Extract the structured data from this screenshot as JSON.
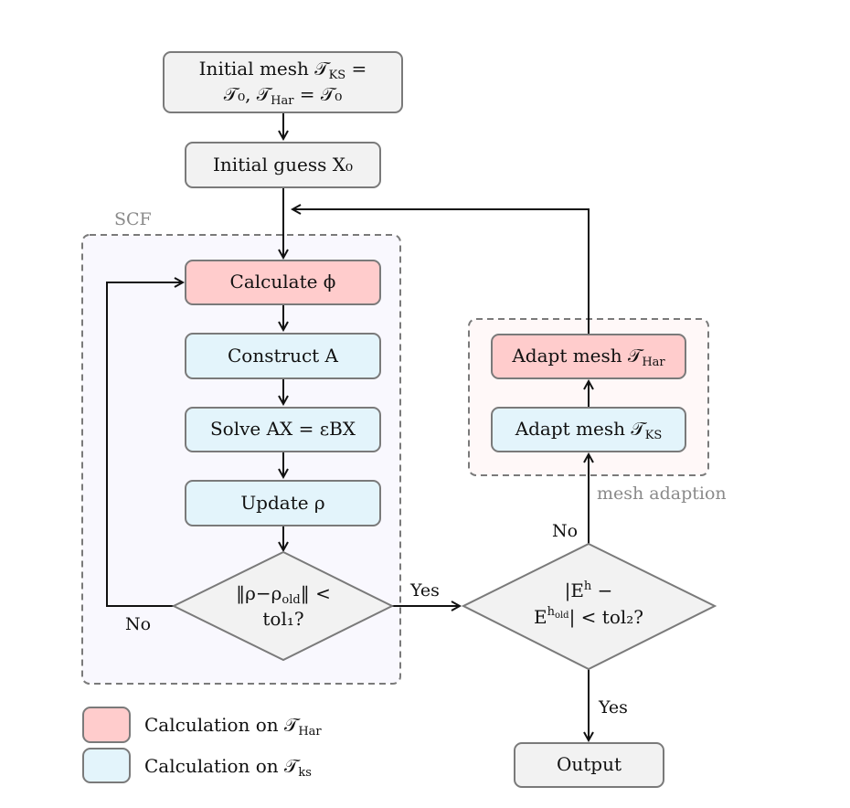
{
  "colors": {
    "gray_fill": "#f2f2f2",
    "red_fill": "#ffcccc",
    "blue_fill": "#e3f4fb",
    "scf_bg": "#f9f8fe",
    "mesh_bg": "#fff8f8",
    "stroke": "#7a7a7a",
    "edge": "#111111",
    "group_label": "#8a8a8a"
  },
  "nodes": {
    "initial_mesh": {
      "line1": "Initial mesh 𝒯",
      "line1_sub": "KS",
      "line1_tail": " =",
      "line2": "𝒯₀, 𝒯",
      "line2_sub": "Har",
      "line2_tail": " = 𝒯₀"
    },
    "initial_guess": {
      "text": "Initial guess X₀"
    },
    "calculate_phi": {
      "text": "Calculate ϕ"
    },
    "construct_a": {
      "text": "Construct A"
    },
    "solve": {
      "text": "Solve AX = εBX"
    },
    "update_rho": {
      "text": "Update ρ"
    },
    "scf_check": {
      "line1": "‖ρ−ρ",
      "line1_sub": "old",
      "line1_tail": "‖ <",
      "line2": "tol₁?"
    },
    "energy_check": {
      "line1": "|E",
      "line1_sup": "h",
      "line1_tail": " −",
      "line2": "E",
      "line2_sup": "h",
      "line2_supsub": "old",
      "line2_tail": "| < tol₂?"
    },
    "adapt_har": {
      "text": "Adapt mesh 𝒯",
      "sub": "Har"
    },
    "adapt_ks": {
      "text": "Adapt mesh 𝒯",
      "sub": "KS"
    },
    "output": {
      "text": "Output"
    }
  },
  "groups": {
    "scf": {
      "label": "SCF"
    },
    "mesh_adaption": {
      "label": "mesh adaption"
    }
  },
  "edges": {
    "no_scf": "No",
    "yes_scf": "Yes",
    "no_energy": "No",
    "yes_energy": "Yes"
  },
  "legend": [
    {
      "text": "Calculation on 𝒯",
      "sub": "Har",
      "color": "#ffcccc"
    },
    {
      "text": "Calculation on 𝒯",
      "sub": "ks",
      "color": "#e3f4fb"
    }
  ]
}
